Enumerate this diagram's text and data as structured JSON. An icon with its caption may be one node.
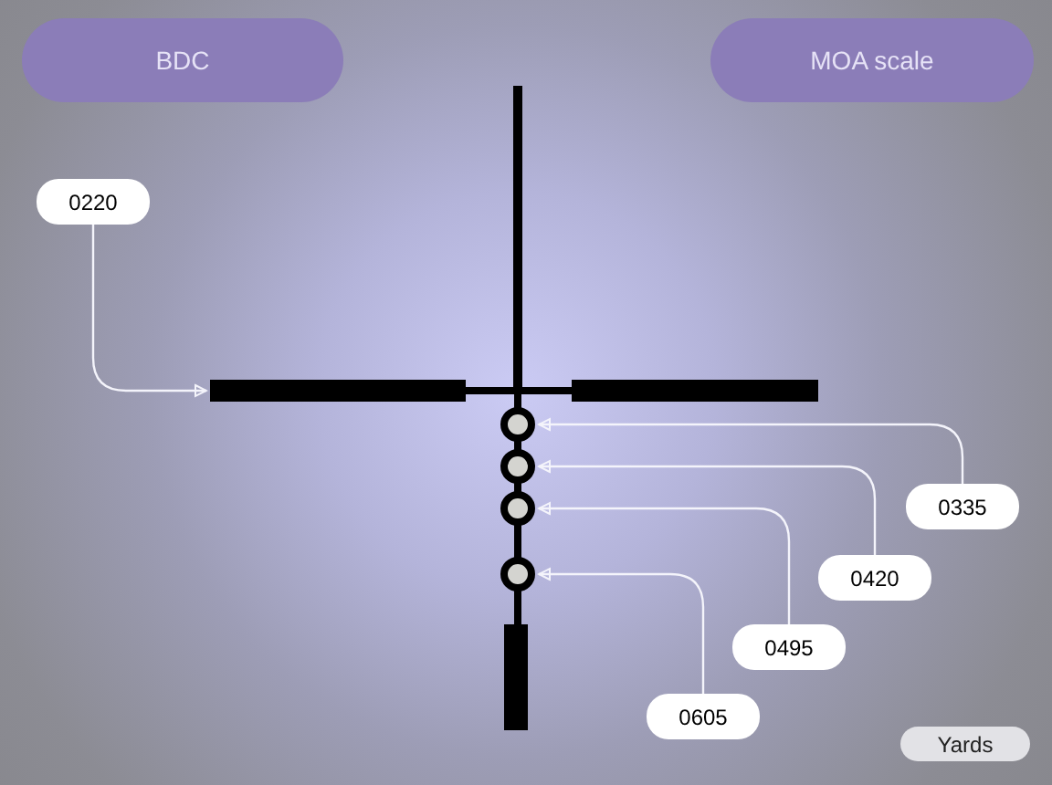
{
  "diagram": {
    "nodes": [
      {
        "text": [
          "BDC"
        ]
      },
      {
        "text": [
          "MOA scale"
        ]
      },
      {
        "text": [
          "0220"
        ]
      },
      {
        "text": [],
        "shape": "bar"
      },
      {
        "text": [],
        "shape": "circle"
      },
      {
        "text": [],
        "shape": "circle"
      },
      {
        "text": [],
        "shape": "circle"
      },
      {
        "text": [],
        "shape": "circle"
      },
      {
        "text": [
          "0335"
        ]
      },
      {
        "text": [
          "0420"
        ]
      },
      {
        "text": [
          "0495"
        ]
      },
      {
        "text": [
          "0605"
        ]
      },
      {
        "text": [
          "Yards"
        ]
      }
    ],
    "edges": [
      {
        "from": 2,
        "to": 3,
        "arrow": "to"
      },
      {
        "from": 8,
        "to": 4,
        "arrow": "to"
      },
      {
        "from": 9,
        "to": 5,
        "arrow": "to"
      },
      {
        "from": 10,
        "to": 6,
        "arrow": "to"
      },
      {
        "from": 11,
        "to": 7,
        "arrow": "to"
      }
    ]
  }
}
